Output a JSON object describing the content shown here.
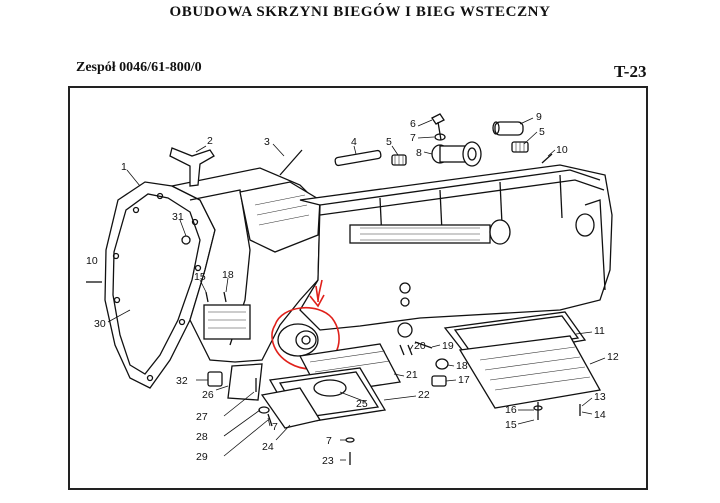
{
  "header": {
    "title": "OBUDOWA SKRZYNI BIEGÓW I BIEG WSTECZNY",
    "assembly": "Zespół 0046/61-800/0",
    "sheet": "T-23"
  },
  "callouts": {
    "c1": "1",
    "c2": "2",
    "c3": "3",
    "c4": "4",
    "c5a": "5",
    "c5b": "5",
    "c6": "6",
    "c7": "7",
    "c8": "8",
    "c9": "9",
    "c10a": "10",
    "c10b": "10",
    "c11": "11",
    "c12": "12",
    "c13": "13",
    "c14": "14",
    "c15a": "15",
    "c15b": "15",
    "c16": "16",
    "c17": "17",
    "c18a": "18",
    "c18b": "18",
    "c19": "19",
    "c20": "20",
    "c21": "21",
    "c22": "22",
    "c23": "23",
    "c24": "24",
    "c25": "25",
    "c26": "26",
    "c27": "27",
    "c28": "28",
    "c29": "29",
    "c30": "30",
    "c31": "31",
    "c32": "32",
    "c7b": "7",
    "c7c": "7"
  },
  "colors": {
    "ink": "#111111",
    "annotation": "#e0201a",
    "paper": "#ffffff"
  }
}
